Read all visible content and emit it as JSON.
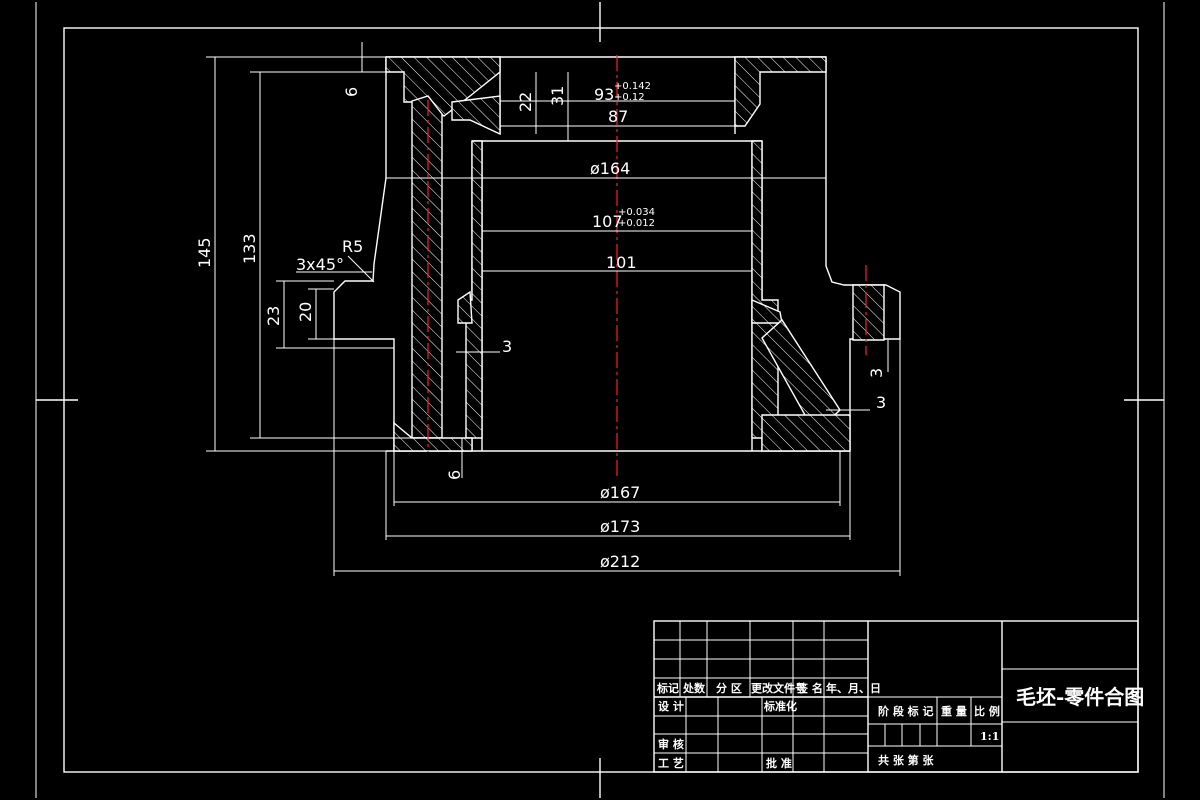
{
  "title_block": {
    "drawing_title": "毛坯-零件合图",
    "row_labels": {
      "mark": "标记",
      "count": "处数",
      "zone": "分 区",
      "change_doc": "更改文件号",
      "signature": "签 名",
      "date": "年、月、日",
      "design": "设 计",
      "standardization": "标准化",
      "review": "审 核",
      "process": "工 艺",
      "approve": "批 准"
    },
    "stage_mark": "阶 段 标 记",
    "weight": "重 量",
    "scale_label": "比 例",
    "scale_value": "1:1",
    "sheet_info": "共   张   第   张"
  },
  "dimensions": {
    "d_93": "93",
    "d_93_tol_upper": "+0.142",
    "d_93_tol_lower": "+0.12",
    "d_87": "87",
    "d_164": "ø164",
    "d_107": "107",
    "d_107_tol_upper": "+0.034",
    "d_107_tol_lower": "+0.012",
    "d_101": "101",
    "d_167": "ø167",
    "d_173": "ø173",
    "d_212": "ø212",
    "h_145": "145",
    "h_133": "133",
    "h_23": "23",
    "h_20": "20",
    "h_6_top": "6",
    "h_6_bottom": "6",
    "h_22": "22",
    "h_31": "31",
    "w_3_left": "3",
    "w_3_right_a": "3",
    "w_3_right_b": "3",
    "chamfer": "3x45°",
    "radius": "R5"
  }
}
